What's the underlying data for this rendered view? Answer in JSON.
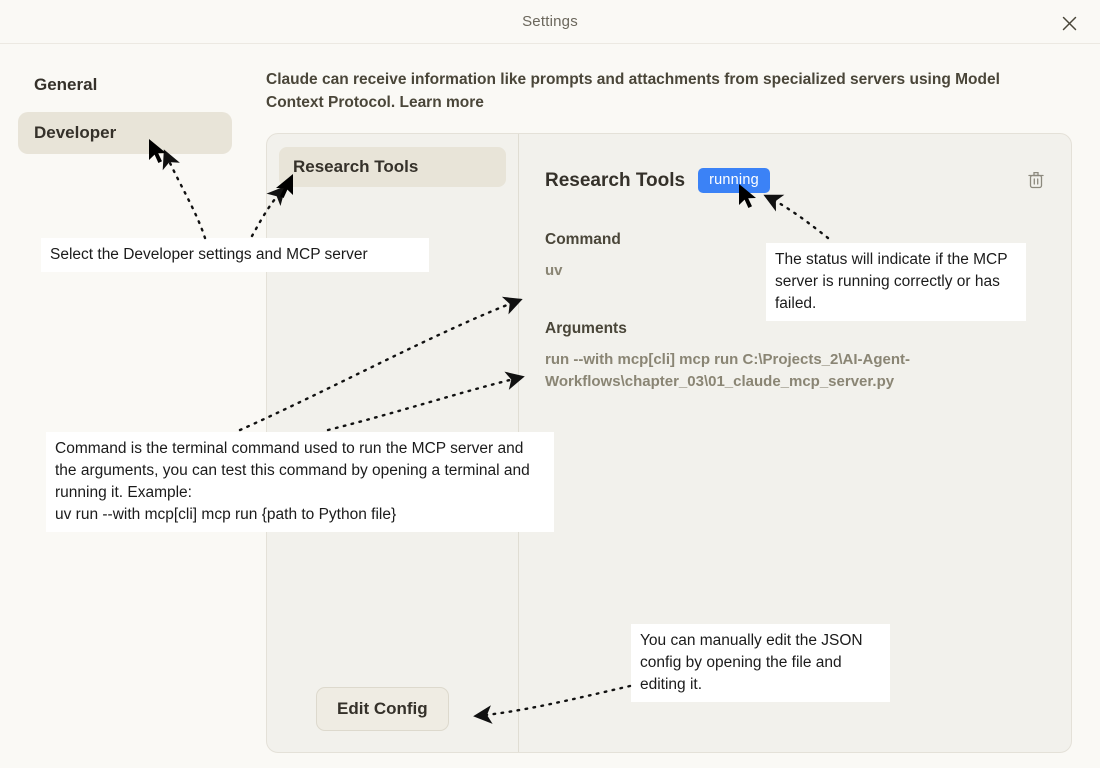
{
  "window": {
    "title": "Settings",
    "close_icon": "close-icon"
  },
  "sidebar": {
    "items": [
      {
        "label": "General",
        "selected": false
      },
      {
        "label": "Developer",
        "selected": true
      }
    ]
  },
  "intro": {
    "text": "Claude can receive information like prompts and attachments from specialized servers using Model Context Protocol. Learn more",
    "link_label": "Learn more"
  },
  "panel": {
    "server_list": {
      "items": [
        {
          "label": "Research Tools",
          "selected": true
        }
      ],
      "edit_config_label": "Edit Config"
    },
    "detail": {
      "title": "Research Tools",
      "status": "running",
      "status_color": "#3b82f6",
      "delete_icon": "trash-icon",
      "fields": [
        {
          "label": "Command",
          "value": "uv"
        },
        {
          "label": "Arguments",
          "value": "run --with mcp[cli] mcp run C:\\Projects_2\\AI-Agent-Workflows\\chapter_03\\01_claude_mcp_server.py"
        }
      ]
    }
  },
  "annotations": {
    "select": "Select the Developer settings and MCP server",
    "command": "Command is the terminal command used to run the MCP server and the arguments, you can test this command by opening a terminal and running it. Example:\nuv run --with mcp[cli] mcp run {path to Python file}",
    "status": "The status will indicate if the MCP server is running correctly or has failed.",
    "json": "You can manually edit the JSON config by opening the file and editing it."
  },
  "colors": {
    "page_background": "#faf9f5",
    "panel_background": "#f2f1ec",
    "selected_item": "#e8e4d8",
    "accent_badge": "#3b82f6",
    "text_primary": "#35312a",
    "text_muted": "#8a8574"
  }
}
